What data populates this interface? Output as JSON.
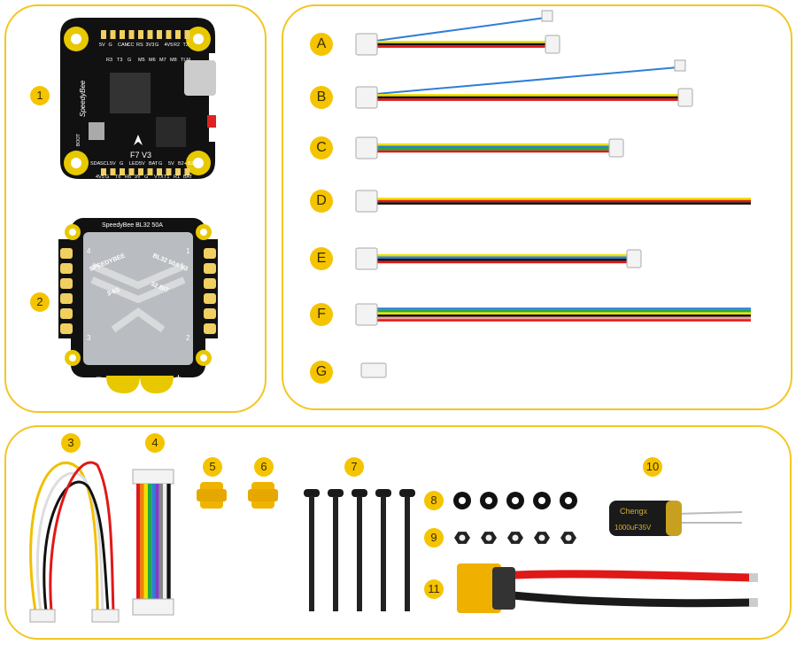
{
  "accent_color": "#f5c400",
  "panel_border_color": "#f3c623",
  "fc_board": {
    "badge": "1",
    "brand": "SpeedyBee",
    "model": "F7 V3",
    "boot_label": "BOOT",
    "top_row_1": [
      "5V",
      "G",
      "CAM",
      "CC",
      "RS",
      "3V3",
      "G",
      "4V5",
      "R2",
      "T2"
    ],
    "top_row_2": [
      "R3",
      "T3",
      "G",
      "M5",
      "M6",
      "M7",
      "M8",
      "TLM"
    ],
    "bottom_row_1": [
      "SDA",
      "SCL",
      "5V",
      "G",
      "LED",
      "5V",
      "BAT",
      "G",
      "5V",
      "B2+",
      "B2-"
    ],
    "bottom_row_2": [
      "4V5",
      "G",
      "T6",
      "R6",
      "9V",
      "G",
      "VTX",
      "T1",
      "R1",
      "BAT"
    ]
  },
  "esc_board": {
    "badge": "2",
    "title": "SpeedyBee BL32 50A",
    "brand": "SPEEDYBEE",
    "model": "BL32 50A V3",
    "cells": "3-6S",
    "bits": "32 BIT",
    "motor_numbers": [
      "1",
      "2",
      "3",
      "4"
    ],
    "minus": "−",
    "plus": "+"
  },
  "cables": [
    {
      "label": "A",
      "colors": [
        "#2f7fd6",
        "#f0e000",
        "#111111",
        "#e01818"
      ]
    },
    {
      "label": "B",
      "colors": [
        "#2f7fd6",
        "#f0e000",
        "#111111",
        "#e01818"
      ]
    },
    {
      "label": "C",
      "colors": [
        "#f0e000",
        "#2f7fd6",
        "#22aa44",
        "#e01818"
      ]
    },
    {
      "label": "D",
      "colors": [
        "#f0e000",
        "#e01818",
        "#111111"
      ]
    },
    {
      "label": "E",
      "colors": [
        "#f0e000",
        "#2f7fd6",
        "#111111",
        "#e01818"
      ]
    },
    {
      "label": "F",
      "colors": [
        "#2f7fd6",
        "#22aa44",
        "#f0e000",
        "#111111",
        "#f3a0a0",
        "#e01818"
      ]
    },
    {
      "label": "G",
      "colors": []
    }
  ],
  "accessories": [
    {
      "badge": "3"
    },
    {
      "badge": "4"
    },
    {
      "badge": "5"
    },
    {
      "badge": "6"
    },
    {
      "badge": "7"
    },
    {
      "badge": "8"
    },
    {
      "badge": "9"
    },
    {
      "badge": "10"
    },
    {
      "badge": "11"
    }
  ],
  "capacitor": {
    "brand": "Chengx",
    "rating": "1000uF35V"
  }
}
